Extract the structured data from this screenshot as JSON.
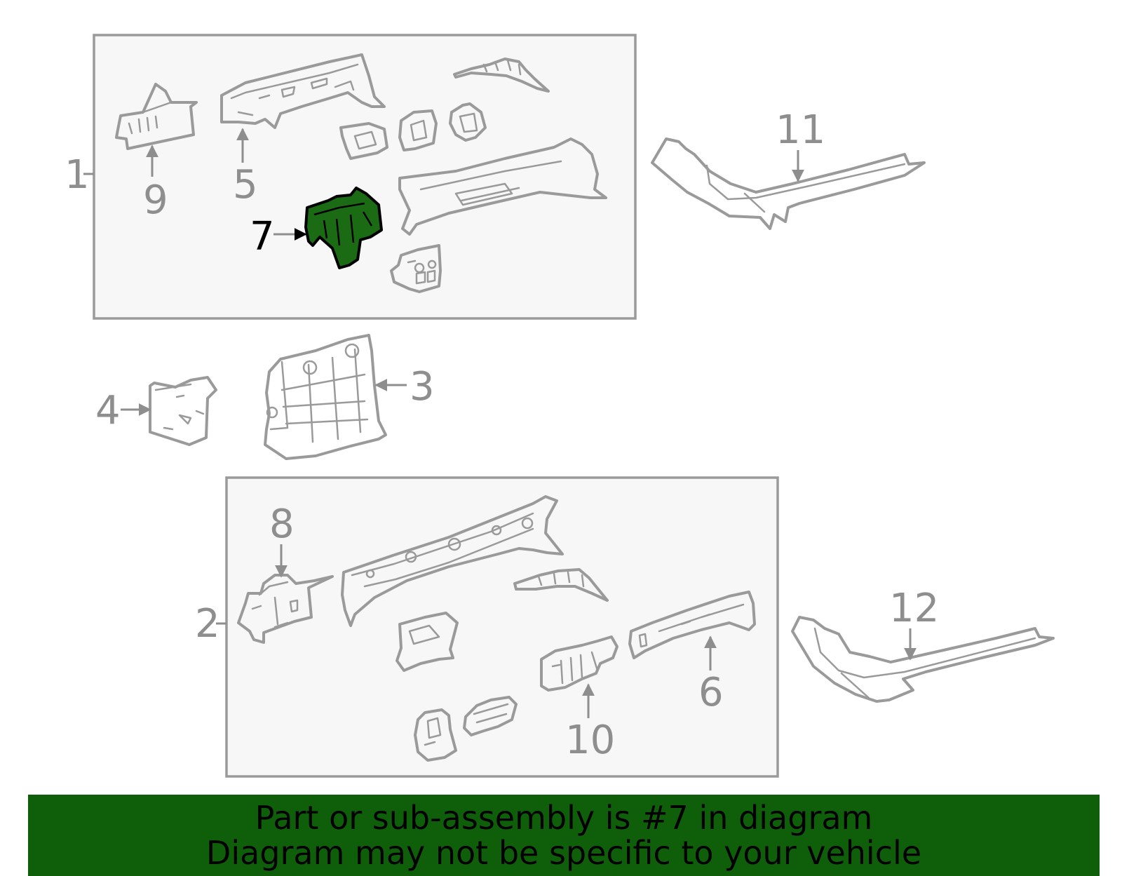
{
  "callouts": {
    "c1": "1",
    "c2": "2",
    "c3": "3",
    "c4": "4",
    "c5": "5",
    "c6": "6",
    "c7": "7",
    "c8": "8",
    "c9": "9",
    "c10": "10",
    "c11": "11",
    "c12": "12"
  },
  "highlighted_part": "7",
  "colors": {
    "highlight_fill": "#1a6b14",
    "banner_bg": "#0f5f0a",
    "line_gray": "#9a9a9a",
    "box_fill": "#f7f7f7"
  },
  "banner": {
    "line1": "Part or sub-assembly is #7 in diagram",
    "line2": "Diagram may not be specific to your vehicle"
  }
}
